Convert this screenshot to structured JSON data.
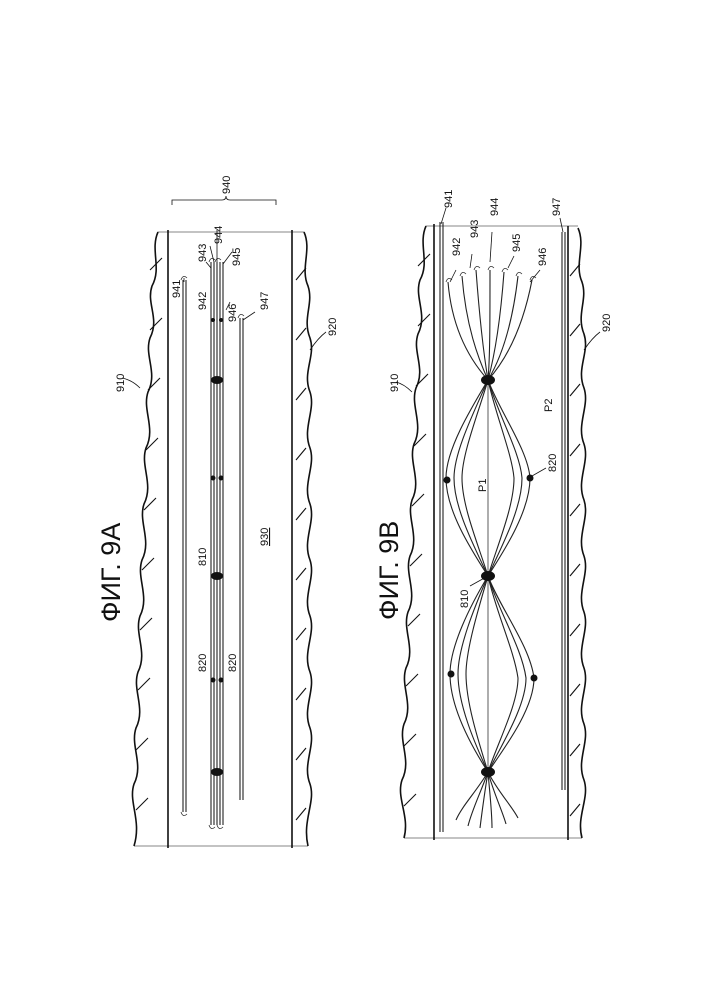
{
  "figure_a": {
    "title": "ФИГ. 9А",
    "labels": {
      "outer": "910",
      "wall": "920",
      "lumen": "930",
      "group": "940",
      "w941": "941",
      "w942": "942",
      "w943": "943",
      "w944": "944",
      "w945": "945",
      "w946": "946",
      "w947": "947",
      "body": "810",
      "marker1": "820",
      "marker2": "820"
    }
  },
  "figure_b": {
    "title": "ФИГ. 9В",
    "labels": {
      "outer": "910",
      "wall": "920",
      "w941": "941",
      "w942": "942",
      "w943": "943",
      "w944": "944",
      "w945": "945",
      "w946": "946",
      "w947": "947",
      "body": "810",
      "marker": "820",
      "p1": "P1",
      "p2": "P2"
    }
  }
}
